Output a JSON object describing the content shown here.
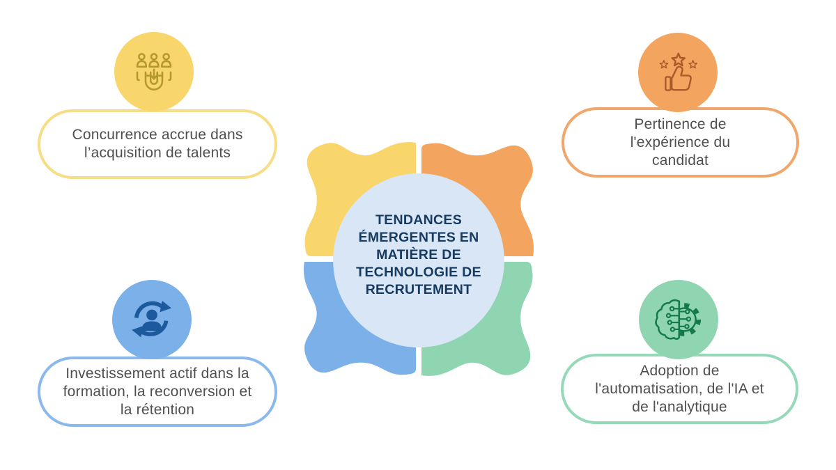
{
  "diagram": {
    "center_title_lines": [
      "TENDANCES",
      "ÉMERGENTES EN",
      "MATIÈRE DE",
      "TECHNOLOGIE DE",
      "RECRUTEMENT"
    ]
  },
  "cards": {
    "top_left": {
      "lines": [
        "Concurrence accrue dans",
        "l’acquisition de talents"
      ],
      "icon": "magnet-attracting-people-icon"
    },
    "top_right": {
      "lines": [
        "Pertinence de",
        "l'expérience du",
        "candidat"
      ],
      "icon": "thumbs-up-stars-icon"
    },
    "bottom_left": {
      "lines": [
        "Investissement actif dans la",
        "formation, la reconversion et",
        "la rétention"
      ],
      "icon": "person-sync-arrows-icon"
    },
    "bottom_right": {
      "lines": [
        "Adoption de",
        "l'automatisation, de l'IA et",
        "de l'analytique"
      ],
      "icon": "ai-brain-gear-icon"
    }
  },
  "palette": {
    "quadrant_yellow": "#F9D66B",
    "quadrant_orange": "#F3A45F",
    "quadrant_blue": "#7BB0E9",
    "quadrant_green": "#8FD5B1",
    "center_circle": "#D8E6F5",
    "title_navy": "#173A60",
    "card_text_gray": "#4F4F4F",
    "yellow_icon_stroke": "#B3992B",
    "orange_icon_stroke": "#A85B28",
    "blue_icon_fill": "#1D5A9D",
    "green_icon_stroke": "#157A4B"
  }
}
